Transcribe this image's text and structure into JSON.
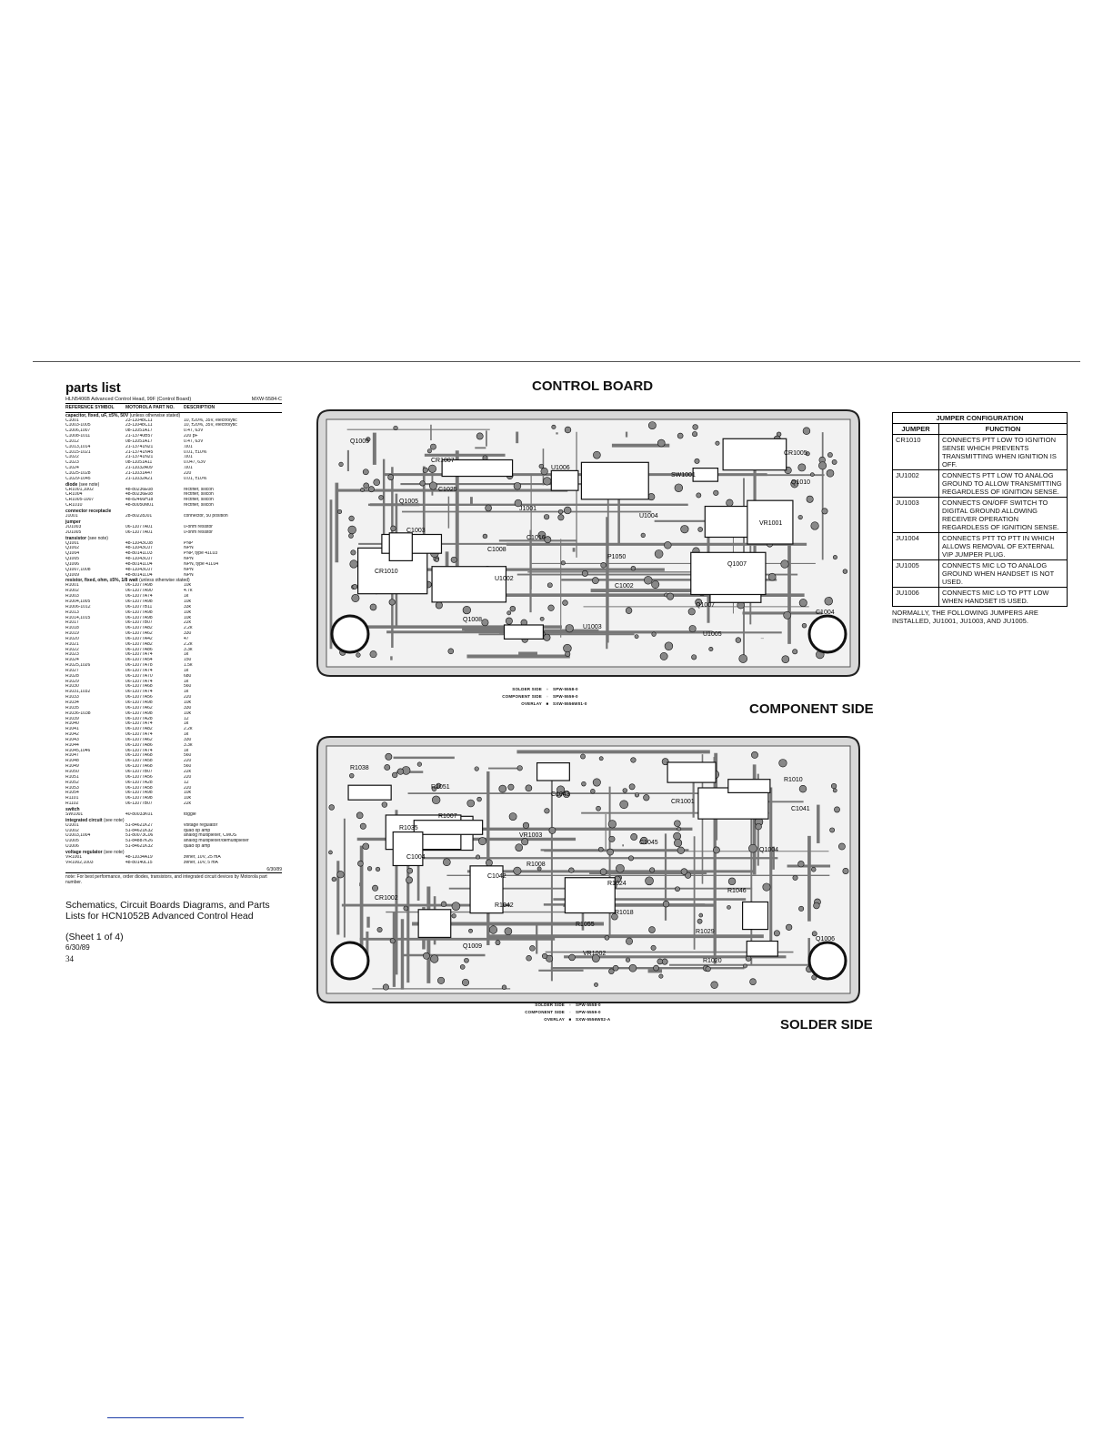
{
  "parts_list": {
    "title": "parts list",
    "subtitle": "HLN5406B Advanced Control Head, 99F (Control Board)",
    "doc_code": "MXW-5584-C",
    "columns": [
      "REFERENCE SYMBOL",
      "MOTOROLA PART NO.",
      "DESCRIPTION"
    ],
    "sections": [
      {
        "heading": "capacitor, fixed, uF, ±5%, 50V",
        "condition": "(unless otherwise stated)",
        "rows": [
          [
            "C1001",
            "23-11048C11",
            "10, ±20%, 35V, electrolytic"
          ],
          [
            "C1003-1005",
            "23-11048C11",
            "10, ±20%, 35V, electrolytic"
          ],
          [
            "C1006,1007",
            "08-11051A17",
            "0.47, 63V"
          ],
          [
            "C1008-1011",
            "21-13740B57",
            "220 pF"
          ],
          [
            "C1012",
            "08-11051A17",
            "0.47, 63V"
          ],
          [
            "C1013,1014",
            "21-13741N21",
            ".001"
          ],
          [
            "C1015-1021",
            "21-13741N45",
            "0.01, ±10%"
          ],
          [
            "C1022",
            "21-13741N21",
            ".001"
          ],
          [
            "C1023",
            "08-11051A11",
            "0.047, 63V"
          ],
          [
            "C1024",
            "21-11032A09",
            ".001"
          ],
          [
            "C1025-1028",
            "21-11031A47",
            "220"
          ],
          [
            "C1029-1045",
            "21-11032A21",
            "0.01, ±10%"
          ]
        ]
      },
      {
        "heading": "diode",
        "condition": "(see note)",
        "rows": [
          [
            "CR1001,1002",
            "48-80236E08",
            "rectifier, silicon"
          ],
          [
            "CR1004",
            "48-80236E08",
            "rectifier, silicon"
          ],
          [
            "CR1005-1007",
            "48-82466H18",
            "rectifier, silicon"
          ],
          [
            "CR1010",
            "48-80050M01",
            "rectifier, silicon"
          ]
        ]
      },
      {
        "heading": "connector receptacle",
        "condition": "",
        "rows": [
          [
            "J1001",
            "28-80228J01",
            "connector, 50 position"
          ]
        ]
      },
      {
        "heading": "jumper",
        "condition": "",
        "rows": [
          [
            "JU1003",
            "06-11077A01",
            "0-ohm resistor"
          ],
          [
            "JU1005",
            "06-11077A01",
            "0-ohm resistor"
          ]
        ]
      },
      {
        "heading": "transistor",
        "condition": "(see note)",
        "rows": [
          [
            "Q1001",
            "48-11043C08",
            "PNP"
          ],
          [
            "Q1002",
            "48-11043C07",
            "NPN"
          ],
          [
            "Q1004",
            "48-80141L03",
            "PNP, type 41L03"
          ],
          [
            "Q1005",
            "48-11043C07",
            "NPN"
          ],
          [
            "Q1006",
            "48-80141L04",
            "NPN, type 41L04"
          ],
          [
            "Q1007,1008",
            "48-11043C07",
            "NPN"
          ],
          [
            "Q1009",
            "48-80141L04",
            "NPN"
          ]
        ]
      },
      {
        "heading": "resistor, fixed, ohm, ±5%, 1/8 watt",
        "condition": "(unless otherwise stated)",
        "rows": [
          [
            "R1001",
            "06-11077A98",
            "10k"
          ],
          [
            "R1002",
            "06-11077A90",
            "4.7k"
          ],
          [
            "R1003",
            "06-11077A74",
            "1k"
          ],
          [
            "R1004,1005",
            "06-11077A98",
            "10k"
          ],
          [
            "R1006-1012",
            "06-11077B11",
            "33k"
          ],
          [
            "R1013",
            "06-11077A98",
            "10k"
          ],
          [
            "R1014,1015",
            "06-11077A98",
            "10k"
          ],
          [
            "R1017",
            "06-11077B07",
            "22k"
          ],
          [
            "R1018",
            "06-11077A82",
            "2.2k"
          ],
          [
            "R1019",
            "06-11077A62",
            "330"
          ],
          [
            "R1020",
            "06-11077A42",
            "47"
          ],
          [
            "R1021",
            "06-11077A82",
            "2.2k"
          ],
          [
            "R1022",
            "06-11077A86",
            "3.3k"
          ],
          [
            "R1023",
            "06-11077A74",
            "1k"
          ],
          [
            "R1024",
            "06-11077A54",
            "150"
          ],
          [
            "R1025,1026",
            "06-11077A78",
            "1.5k"
          ],
          [
            "R1027",
            "06-11077A74",
            "1k"
          ],
          [
            "R1028",
            "06-11077A70",
            "680"
          ],
          [
            "R1029",
            "06-11077A74",
            "1k"
          ],
          [
            "R1030",
            "06-11077A68",
            "560"
          ],
          [
            "R1031,1032",
            "06-11077A74",
            "1k"
          ],
          [
            "R1033",
            "06-11077A56",
            "220"
          ],
          [
            "R1034",
            "06-11077A98",
            "10k"
          ],
          [
            "R1035",
            "06-11077A62",
            "330"
          ],
          [
            "R1036-1038",
            "06-11077A98",
            "10k"
          ],
          [
            "R1039",
            "06-11077A28",
            "12"
          ],
          [
            "R1040",
            "06-11077A74",
            "1k"
          ],
          [
            "R1041",
            "06-11077A82",
            "2.2k"
          ],
          [
            "R1042",
            "06-11077A74",
            "1k"
          ],
          [
            "R1043",
            "06-11077A62",
            "330"
          ],
          [
            "R1044",
            "06-11077A86",
            "3.3k"
          ],
          [
            "R1045,1046",
            "06-11077A74",
            "1k"
          ],
          [
            "R1047",
            "06-11077A68",
            "560"
          ],
          [
            "R1048",
            "06-11077A58",
            "220"
          ],
          [
            "R1049",
            "06-11077A68",
            "560"
          ],
          [
            "R1050",
            "06-11077B07",
            "22k"
          ],
          [
            "R1051",
            "06-11077A56",
            "220"
          ],
          [
            "R1052",
            "06-11077A28",
            "12"
          ],
          [
            "R1053",
            "06-11077A58",
            "220"
          ],
          [
            "R1054",
            "06-11077A98",
            "10k"
          ],
          [
            "R1101",
            "06-11077A98",
            "10k"
          ],
          [
            "R1102",
            "06-11077B07",
            "22k"
          ]
        ]
      },
      {
        "heading": "switch",
        "condition": "",
        "rows": [
          [
            "SW1001",
            "40-80033K01",
            "toggle"
          ]
        ]
      },
      {
        "heading": "integrated circuit",
        "condition": "(see note)",
        "rows": [
          [
            "U1001",
            "51-84621K27",
            "voltage regulator"
          ],
          [
            "U1002",
            "51-84621K32",
            "quad op amp"
          ],
          [
            "U1003,1004",
            "51-80073C06",
            "analog multiplexer, CMOS"
          ],
          [
            "U1005",
            "51-84887K26",
            "analog multiplexer/demultiplexer"
          ],
          [
            "U1006",
            "51-84621K32",
            "quad op amp"
          ]
        ]
      },
      {
        "heading": "voltage regulator",
        "condition": "(see note)",
        "rows": [
          [
            "VR1001",
            "48-11034A19",
            "zener, 10V, 25 mA"
          ],
          [
            "VR1002,1003",
            "48-80140L15",
            "zener, 10V, 5 mA"
          ]
        ]
      }
    ],
    "date": "6/30/89",
    "note": "note: For best performance, order diodes, transistors, and integrated circuit devices by Motorola part number."
  },
  "doc_title": "Schematics, Circuit Boards Diagrams, and Parts Lists for HCN1052B Advanced Control Head",
  "sheet": "(Sheet 1 of 4)",
  "sheet_date": "6/30/89",
  "page_number": "34",
  "headings": {
    "control_board": "CONTROL BOARD",
    "component_side": "COMPONENT SIDE",
    "solder_side": "SOLDER SIDE"
  },
  "board_top": {
    "labels": [
      "Q1005",
      "C1025",
      "C1016",
      "C1002",
      "U1005",
      "Q1010",
      "C1003",
      "U1002",
      "U1003",
      "SW1001",
      "VR1001",
      "CR1010",
      "Q1008",
      "U1006",
      "U1004",
      "Q1007",
      "C1004",
      "CR1007",
      "J1001",
      "P1050",
      "Q1007",
      "CR1005",
      "Q1005",
      "C1008"
    ],
    "legend": [
      {
        "label": "SOLDER SIDE",
        "code": "SPW-5558-0"
      },
      {
        "label": "COMPONENT SIDE",
        "code": "SPW-5559-0"
      },
      {
        "label": "OVERLAY",
        "code": "SXW-5556W01-0"
      }
    ]
  },
  "board_bottom": {
    "labels": [
      "R1038",
      "R1007",
      "R1008",
      "R1018",
      "R1020",
      "C1041",
      "C1004",
      "R1042",
      "VR1002",
      "CR1001",
      "Q1004",
      "CR1002",
      "Q1009",
      "C1043",
      "C1045",
      "R1046",
      "Q1006",
      "R1051",
      "VR1003",
      "R1024",
      "R1029",
      "R1010",
      "R1035",
      "C1042",
      "R1055"
    ],
    "legend": [
      {
        "label": "SOLDER SIDE",
        "code": "SPW-5558-0"
      },
      {
        "label": "COMPONENT SIDE",
        "code": "SPW-5559-0"
      },
      {
        "label": "OVERLAY",
        "code": "SXW-5556W02-A"
      }
    ]
  },
  "jumper_table": {
    "title": "JUMPER CONFIGURATION",
    "col_jumper": "JUMPER",
    "col_function": "FUNCTION",
    "rows": [
      {
        "jumper": "CR1010",
        "function": "CONNECTS PTT LOW TO IGNITION SENSE WHICH PREVENTS TRANSMITTING WHEN IGNITION IS OFF."
      },
      {
        "jumper": "JU1002",
        "function": "CONNECTS PTT LOW TO ANALOG GROUND TO ALLOW TRANSMITTING REGARDLESS OF IGNITION SENSE."
      },
      {
        "jumper": "JU1003",
        "function": "CONNECTS ON/OFF SWITCH TO DIGITAL GROUND ALLOWING RECEIVER OPERATION REGARDLESS OF IGNITION SENSE."
      },
      {
        "jumper": "JU1004",
        "function": "CONNECTS PTT TO PTT IN WHICH ALLOWS REMOVAL OF EXTERNAL VIP JUMPER PLUG."
      },
      {
        "jumper": "JU1005",
        "function": "CONNECTS MIC LO TO ANALOG GROUND WHEN HANDSET IS NOT USED."
      },
      {
        "jumper": "JU1006",
        "function": "CONNECTS MIC LO TO PTT LOW WHEN HANDSET IS USED."
      }
    ],
    "note": "NORMALLY, THE FOLLOWING JUMPERS ARE INSTALLED, JU1001, JU1003, AND JU1005."
  }
}
